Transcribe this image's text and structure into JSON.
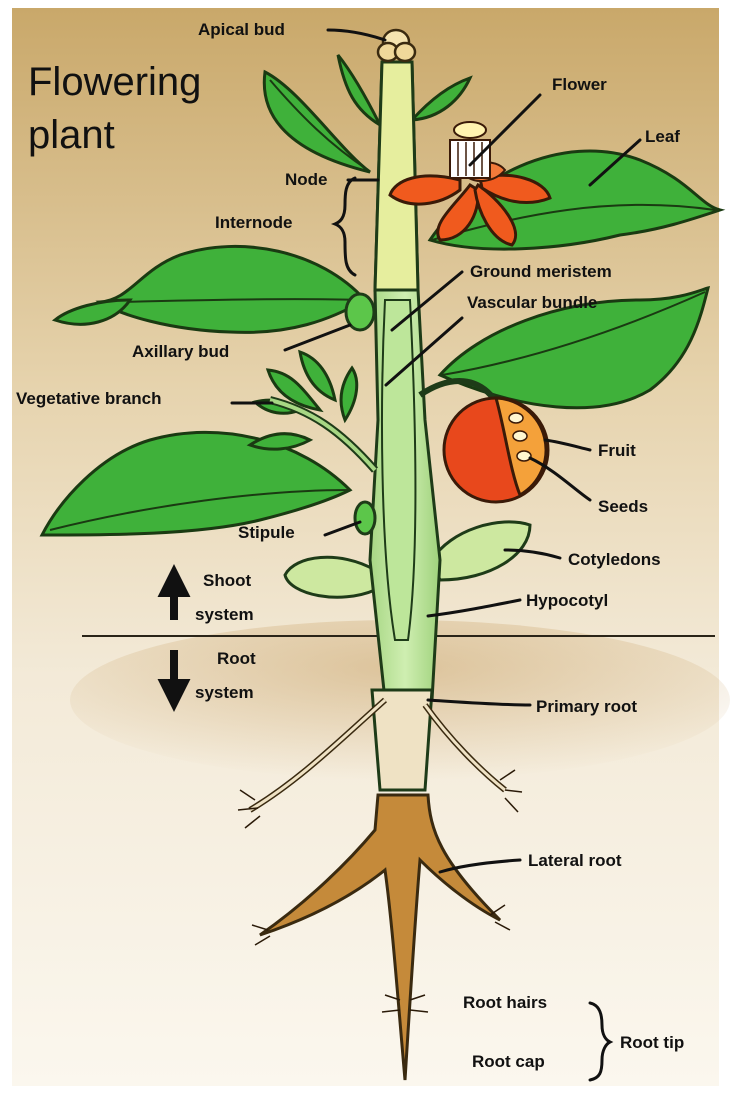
{
  "title": "Flowering\nplant",
  "labels": {
    "apical_bud": "Apical bud",
    "flower": "Flower",
    "leaf": "Leaf",
    "node": "Node",
    "internode": "Internode",
    "ground_meristem": "Ground meristem",
    "vascular_bundle": "Vascular bundle",
    "axillary_bud": "Axillary bud",
    "vegetative_branch": "Vegetative branch",
    "fruit": "Fruit",
    "seeds": "Seeds",
    "stipule": "Stipule",
    "cotyledons": "Cotyledons",
    "shoot": "Shoot",
    "system_1": "system",
    "hypocotyl": "Hypocotyl",
    "root": "Root",
    "system_2": "system",
    "primary_root": "Primary root",
    "lateral_root": "Lateral root",
    "root_hairs": "Root hairs",
    "root_cap": "Root cap",
    "root_tip": "Root tip"
  },
  "colors": {
    "background_top": "#c9a86a",
    "background_bottom": "#fbf7ee",
    "leaf": "#3fb13a",
    "stem": "#b9e39a",
    "stem_outline": "#1e3b18",
    "root": "#c58a3a",
    "flower": "#f05a1e",
    "fruit": "#e8481c"
  }
}
